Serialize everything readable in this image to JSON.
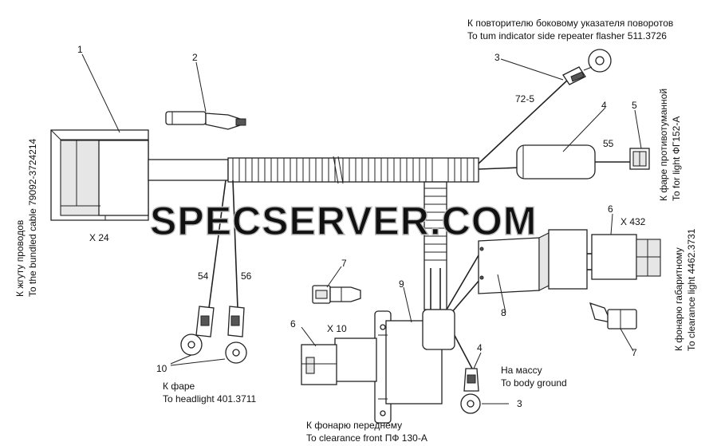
{
  "watermark": "SPECSERVER.COM",
  "callouts": {
    "n1": "1",
    "n2": "2",
    "n3_top": "3",
    "n3_bottom": "3",
    "n4_tube": "4",
    "n4_ground": "4",
    "n5": "5",
    "n6_right": "6",
    "n6_left": "6",
    "n7_mid": "7",
    "n7_right": "7",
    "n8": "8",
    "n9": "9",
    "n10": "10"
  },
  "wires": {
    "w72_5": "72-5",
    "w55": "55",
    "w54": "54",
    "w56": "56",
    "x24": "X 24",
    "x10": "X 10",
    "x432": "X 432"
  },
  "labels": {
    "side_repeater_ru": "К  повторителю боковому указателя поворотов",
    "side_repeater_en": "To tum indicator side repeater flasher 511.3726",
    "fog_ru": "К фаре противотуманной",
    "fog_en": "To for light ФГ152-А",
    "bundle_ru": "К жгуту проводов",
    "bundle_en": "To the bundled cable 79092-3724214",
    "marker_ru": "К фонарю габаритному",
    "marker_en": "To clearance light 4462.3731",
    "headlight_ru": "К фаре",
    "headlight_en": "To headlight 401.3711",
    "ground_ru": "На массу",
    "ground_en": "To body ground",
    "front_ru": "К фонарю переднему",
    "front_en": "To clearance front ПФ 130-А"
  }
}
